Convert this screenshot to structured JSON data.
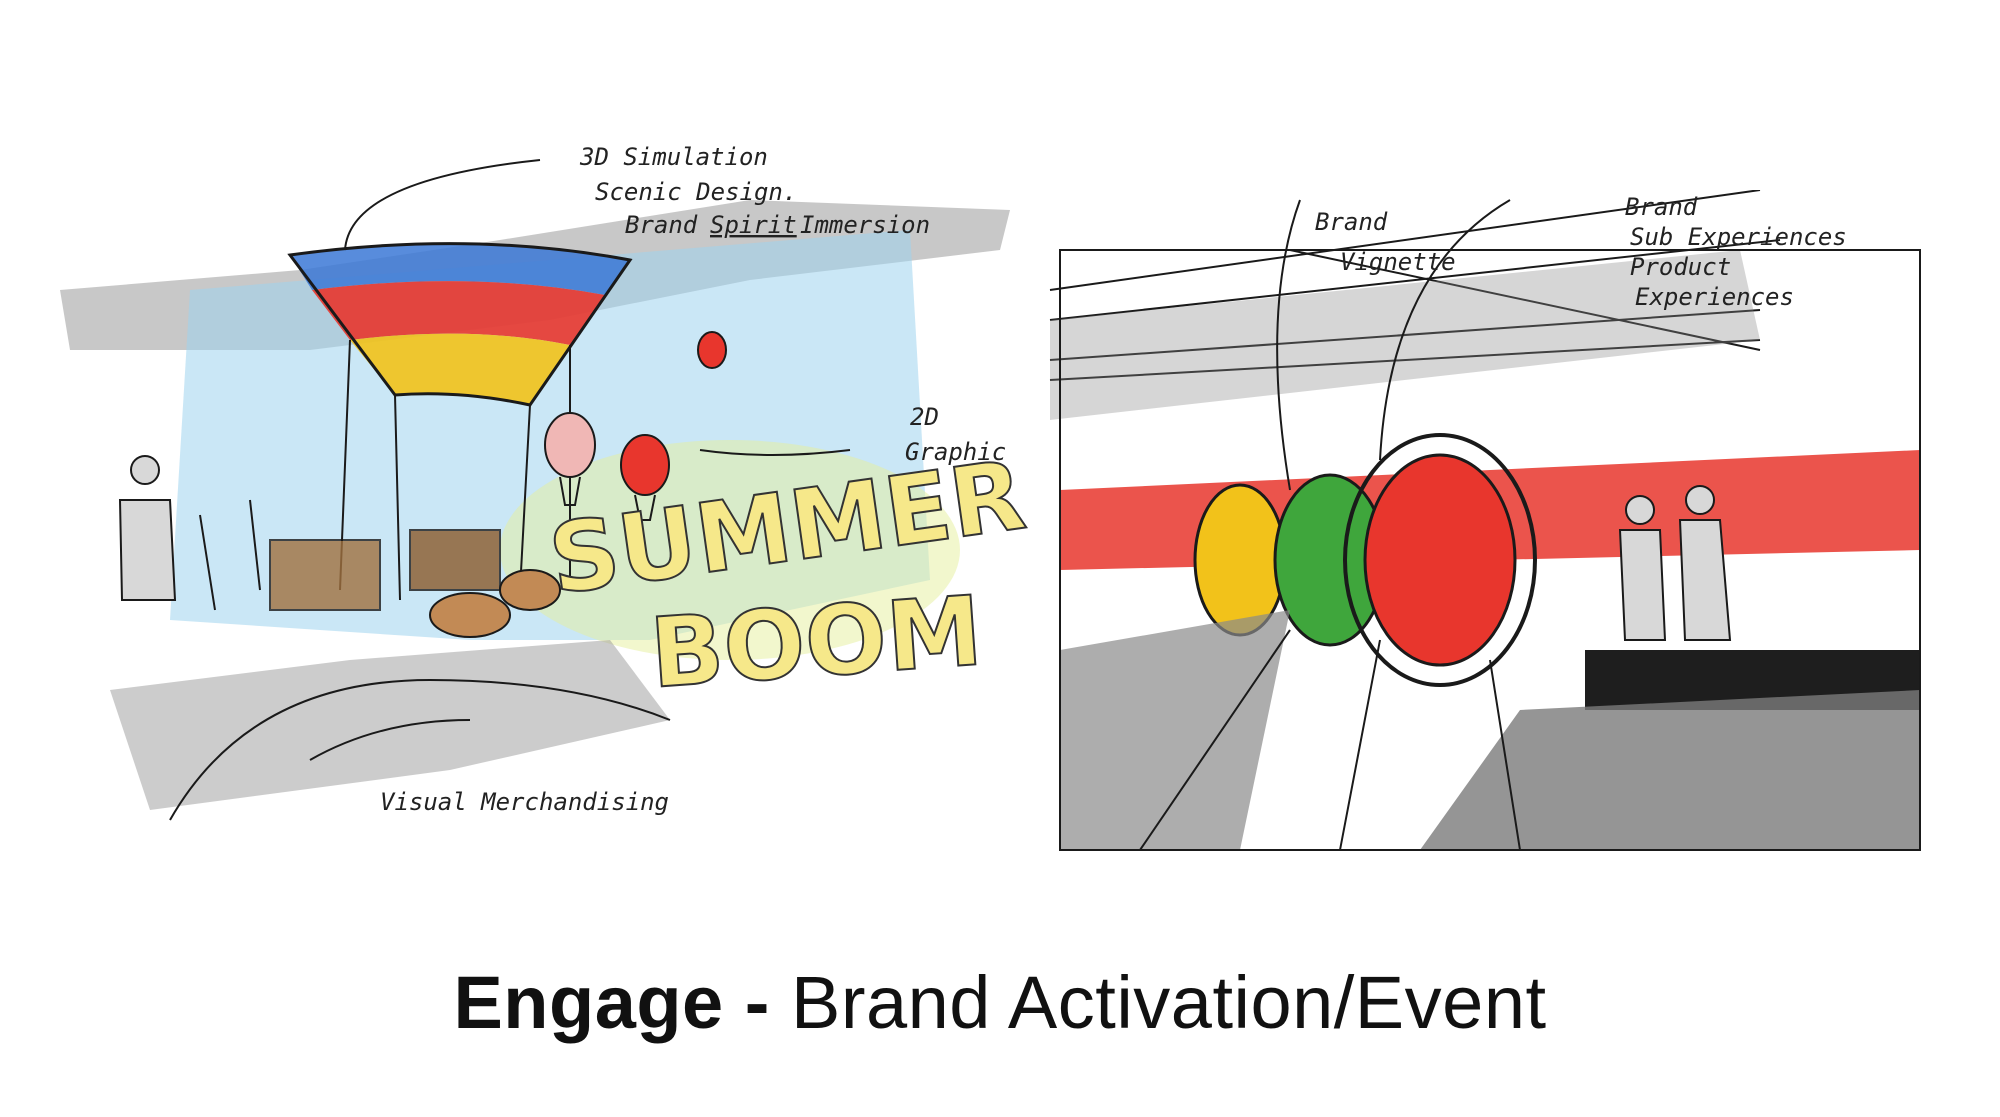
{
  "left_sketch": {
    "annotations": {
      "simulation": "3D Simulation",
      "scenic": "Scenic Design.",
      "immersion_prefix": "Brand",
      "immersion_underlined": "Spirit",
      "immersion_suffix": "Immersion",
      "graphic_line1": "2D",
      "graphic_line2": "Graphic",
      "merch": "Visual Merchandising"
    },
    "mural_line1": "SUMMER",
    "mural_line2": "BOOM",
    "colors": {
      "blue": "#3b78d6",
      "red": "#e8362d",
      "yellow": "#f2c21a",
      "sky": "#9fd3ee",
      "gray": "#8a8a8a"
    }
  },
  "right_sketch": {
    "annotations": {
      "vignette_line1": "Brand",
      "vignette_line2": "Vignette",
      "sub_line1": "Brand",
      "sub_line2": "Sub Experiences",
      "sub_line3": "Product",
      "sub_line4": "Experiences"
    },
    "colors": {
      "red": "#e8362d",
      "yellow": "#f2c21a",
      "green": "#3fa63c",
      "gray": "#7a7a7a",
      "dark": "#1e1e1e"
    }
  },
  "caption": {
    "bold": "Engage -",
    "rest": "Brand Activation/Event"
  }
}
